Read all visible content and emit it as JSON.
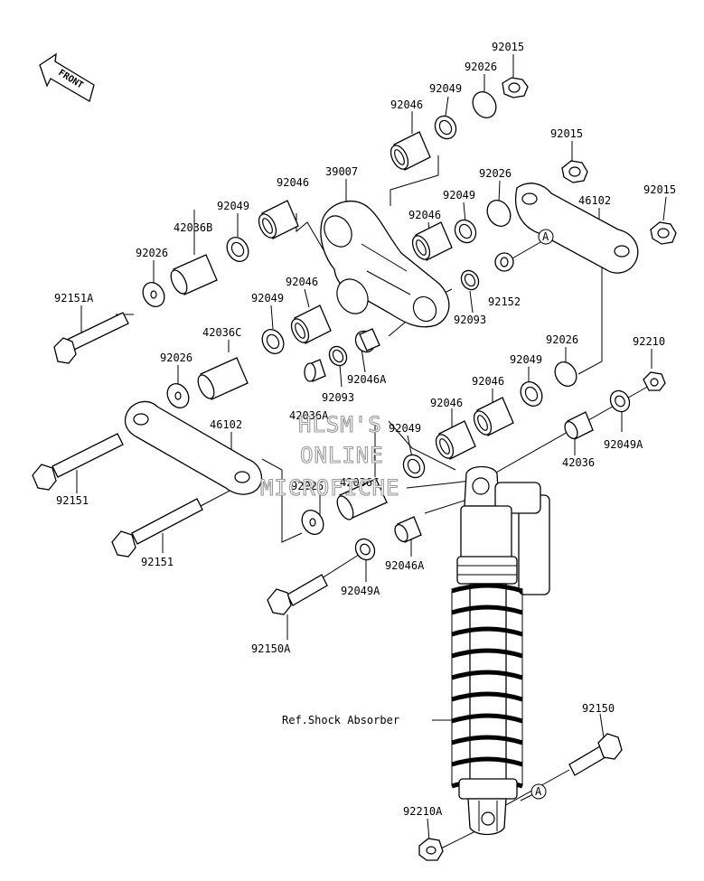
{
  "diagram": {
    "front_arrow_label": "FRONT",
    "ref_label": "Ref.Shock Absorber",
    "marker": "A",
    "watermark": [
      "HLSM'S",
      "ONLINE",
      "MICROFICHE"
    ]
  },
  "parts": [
    {
      "id": "p-92015-a",
      "number": "92015"
    },
    {
      "id": "p-92026-a",
      "number": "92026"
    },
    {
      "id": "p-92049-a",
      "number": "92049"
    },
    {
      "id": "p-92046-a",
      "number": "92046"
    },
    {
      "id": "p-92015-b",
      "number": "92015"
    },
    {
      "id": "p-92026-b",
      "number": "92026"
    },
    {
      "id": "p-92015-c",
      "number": "92015"
    },
    {
      "id": "p-39007",
      "number": "39007"
    },
    {
      "id": "p-92049-b",
      "number": "92049"
    },
    {
      "id": "p-46102-a",
      "number": "46102"
    },
    {
      "id": "p-92046-b",
      "number": "92046"
    },
    {
      "id": "p-92046-c",
      "number": "92046"
    },
    {
      "id": "p-92049-c",
      "number": "92049"
    },
    {
      "id": "p-42036B",
      "number": "42036B"
    },
    {
      "id": "p-92026-c",
      "number": "92026"
    },
    {
      "id": "p-92152",
      "number": "92152"
    },
    {
      "id": "p-92151A",
      "number": "92151A"
    },
    {
      "id": "p-92046-d",
      "number": "92046"
    },
    {
      "id": "p-92049-d",
      "number": "92049"
    },
    {
      "id": "p-92093-a",
      "number": "92093"
    },
    {
      "id": "p-42036C-a",
      "number": "42036C"
    },
    {
      "id": "p-92026-d",
      "number": "92026"
    },
    {
      "id": "p-92210",
      "number": "92210"
    },
    {
      "id": "p-92026-e",
      "number": "92026"
    },
    {
      "id": "p-92046A-a",
      "number": "92046A"
    },
    {
      "id": "p-92093-b",
      "number": "92093"
    },
    {
      "id": "p-92049-e",
      "number": "92049"
    },
    {
      "id": "p-92046-e",
      "number": "92046"
    },
    {
      "id": "p-42036A",
      "number": "42036A"
    },
    {
      "id": "p-92046-f",
      "number": "92046"
    },
    {
      "id": "p-46102-b",
      "number": "46102"
    },
    {
      "id": "p-92049-f",
      "number": "92049"
    },
    {
      "id": "p-42036",
      "number": "42036"
    },
    {
      "id": "p-92049A-a",
      "number": "92049A"
    },
    {
      "id": "p-92151-a",
      "number": "92151"
    },
    {
      "id": "p-42036C-b",
      "number": "42036C"
    },
    {
      "id": "p-92026-f",
      "number": "92026"
    },
    {
      "id": "p-92151-b",
      "number": "92151"
    },
    {
      "id": "p-92046A-b",
      "number": "92046A"
    },
    {
      "id": "p-92049A-b",
      "number": "92049A"
    },
    {
      "id": "p-92150A",
      "number": "92150A"
    },
    {
      "id": "p-92150",
      "number": "92150"
    },
    {
      "id": "p-92210A",
      "number": "92210A"
    }
  ]
}
